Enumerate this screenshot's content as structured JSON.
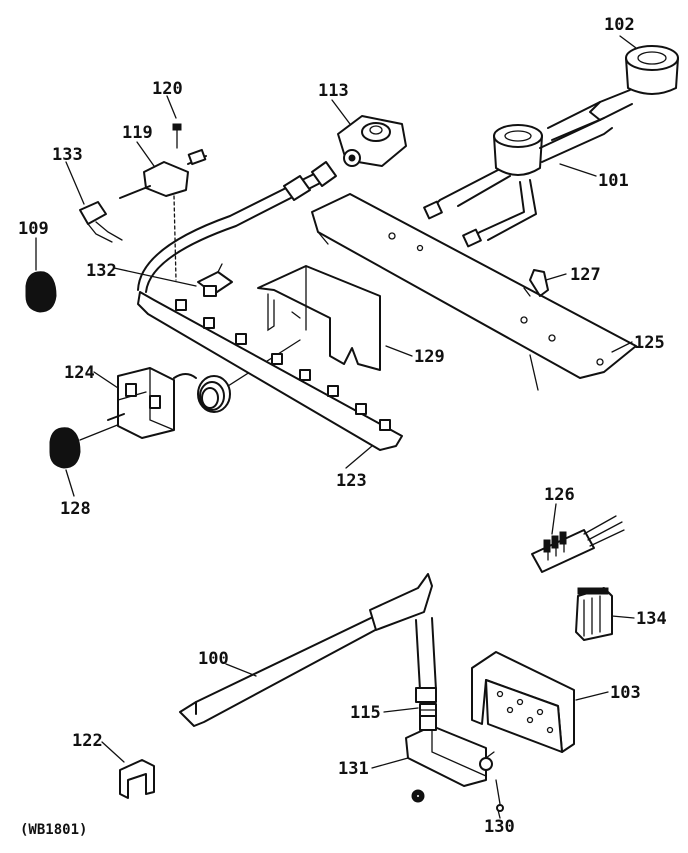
{
  "diagram": {
    "drawing_code": "(WB1801)",
    "parts": [
      {
        "key": "p100",
        "number": "100"
      },
      {
        "key": "p101",
        "number": "101"
      },
      {
        "key": "p102",
        "number": "102"
      },
      {
        "key": "p103",
        "number": "103"
      },
      {
        "key": "p109",
        "number": "109"
      },
      {
        "key": "p113",
        "number": "113"
      },
      {
        "key": "p115",
        "number": "115"
      },
      {
        "key": "p119",
        "number": "119"
      },
      {
        "key": "p120",
        "number": "120"
      },
      {
        "key": "p122",
        "number": "122"
      },
      {
        "key": "p123",
        "number": "123"
      },
      {
        "key": "p124",
        "number": "124"
      },
      {
        "key": "p125",
        "number": "125"
      },
      {
        "key": "p126",
        "number": "126"
      },
      {
        "key": "p127",
        "number": "127"
      },
      {
        "key": "p128",
        "number": "128"
      },
      {
        "key": "p129",
        "number": "129"
      },
      {
        "key": "p130",
        "number": "130"
      },
      {
        "key": "p131",
        "number": "131"
      },
      {
        "key": "p132",
        "number": "132"
      },
      {
        "key": "p133",
        "number": "133"
      },
      {
        "key": "p134",
        "number": "134"
      }
    ]
  }
}
